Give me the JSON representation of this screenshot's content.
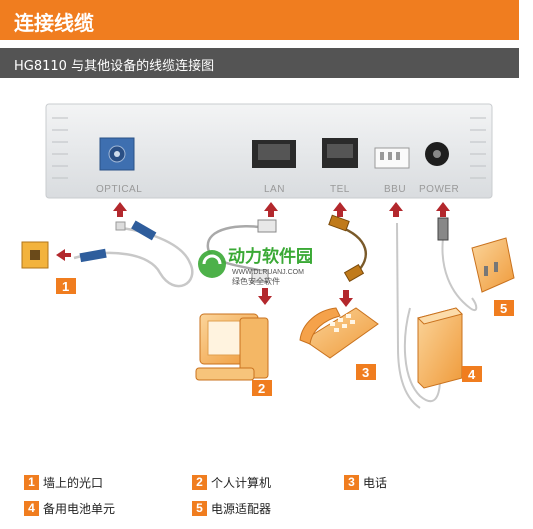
{
  "header": {
    "title": "连接线缆"
  },
  "subheader": {
    "title": "HG8110 与其他设备的线缆连接图"
  },
  "device": {
    "ports": [
      "OPTICAL",
      "LAN",
      "TEL",
      "BBU",
      "POWER"
    ]
  },
  "watermark": {
    "brand": "动力软件园",
    "url": "WWW.DLRUANJ.COM",
    "tagline": "绿色安全软件"
  },
  "badges": [
    "1",
    "2",
    "3",
    "4",
    "5"
  ],
  "legend": [
    {
      "num": "1",
      "label": "墙上的光口"
    },
    {
      "num": "2",
      "label": "个人计算机"
    },
    {
      "num": "3",
      "label": "电话"
    },
    {
      "num": "4",
      "label": "备用电池单元"
    },
    {
      "num": "5",
      "label": "电源适配器"
    }
  ],
  "colors": {
    "accent": "#f07d1f",
    "subheader": "#545454",
    "arrow": "#b3282d",
    "device": "#e6e8ea"
  }
}
